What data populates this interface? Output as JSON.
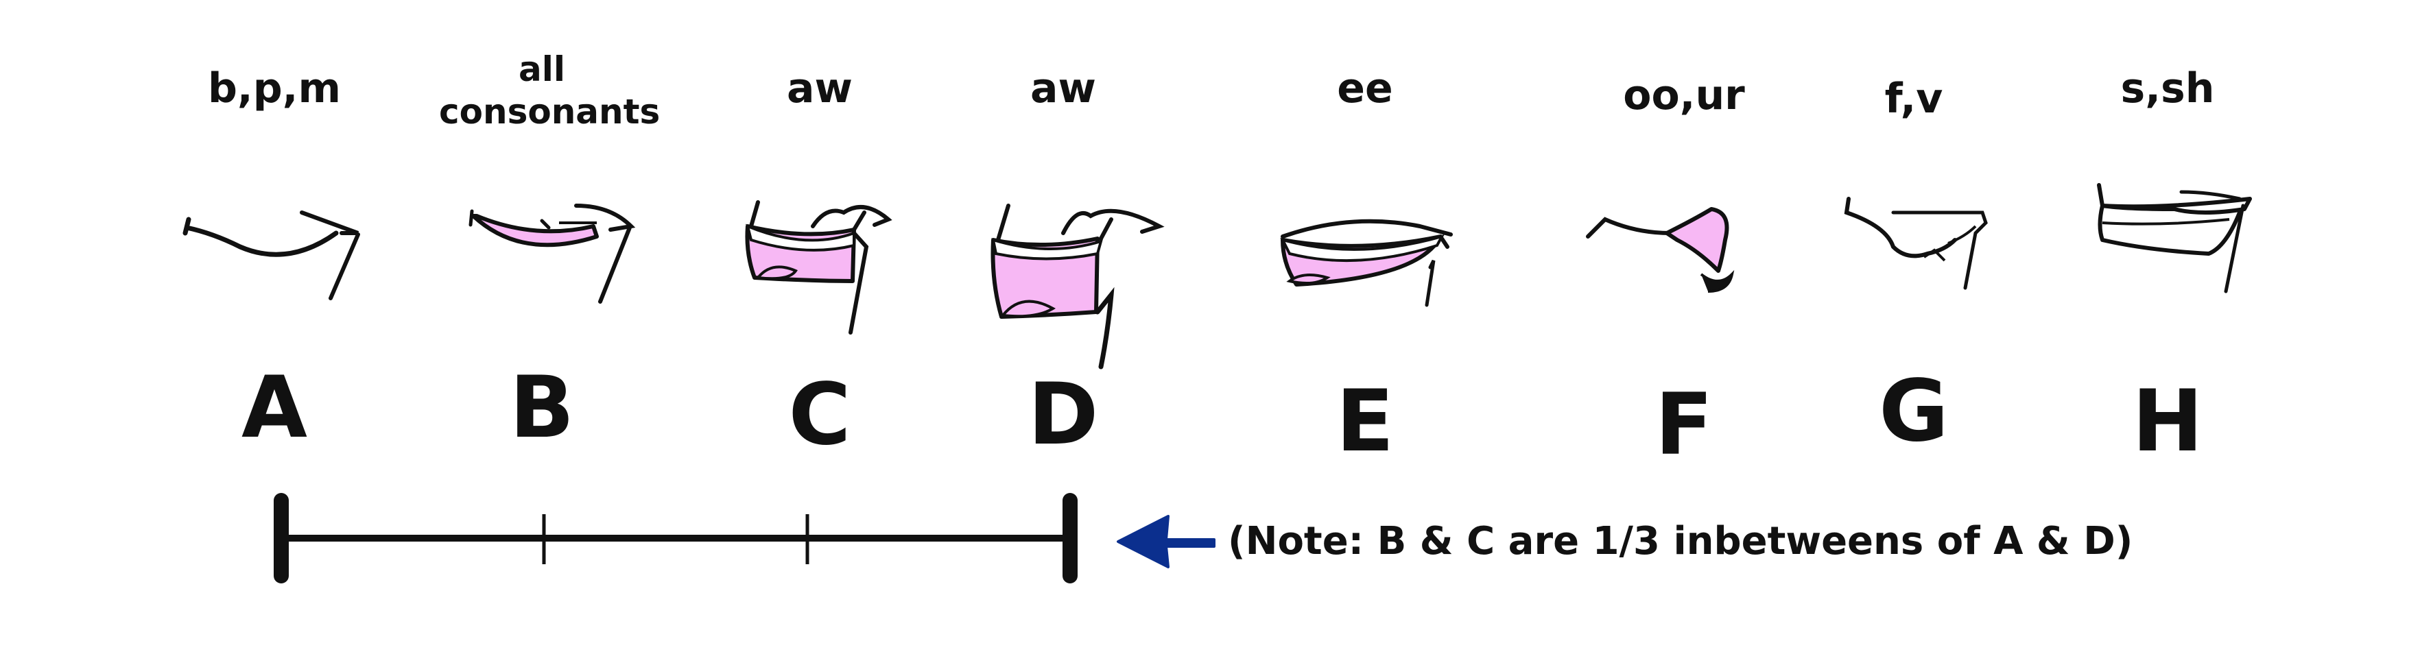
{
  "mouth_shapes": [
    {
      "sound": "b,p,m",
      "letter": "A"
    },
    {
      "sound": "all\nconsonants",
      "letter": "B"
    },
    {
      "sound": "aw",
      "letter": "C"
    },
    {
      "sound": "aw",
      "letter": "D"
    },
    {
      "sound": "ee",
      "letter": "E"
    },
    {
      "sound": "oo,ur",
      "letter": "F"
    },
    {
      "sound": "f,v",
      "letter": "G"
    },
    {
      "sound": "s,sh",
      "letter": "H"
    }
  ],
  "note": "(Note: B & C are 1/3 inbetweens of A & D)",
  "colors": {
    "mouth_fill": "#f7b8f4",
    "ink": "#111111",
    "arrow": "#0b2f8e"
  }
}
